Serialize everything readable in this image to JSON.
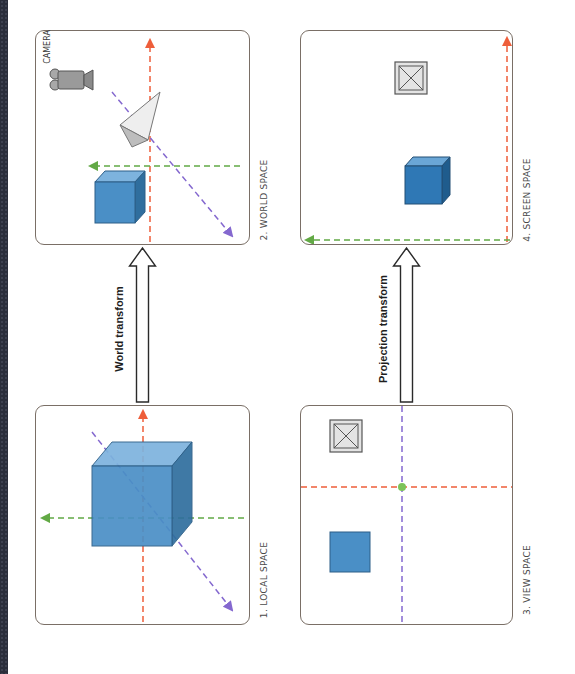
{
  "diagram": {
    "nodes": [
      {
        "text": [
          "1. LOCAL SPACE"
        ]
      },
      {
        "text": [
          "2. WORLD SPACE"
        ]
      },
      {
        "text": [
          "3. VIEW SPACE"
        ]
      },
      {
        "text": [
          "4. SCREEN SPACE"
        ]
      }
    ],
    "edges": [
      {
        "from": 0,
        "to": 1,
        "arrow": "to",
        "label": "World transform"
      },
      {
        "from": 2,
        "to": 3,
        "arrow": "to",
        "label": "Projection transform"
      }
    ],
    "labels": [
      "CAMERA"
    ]
  }
}
